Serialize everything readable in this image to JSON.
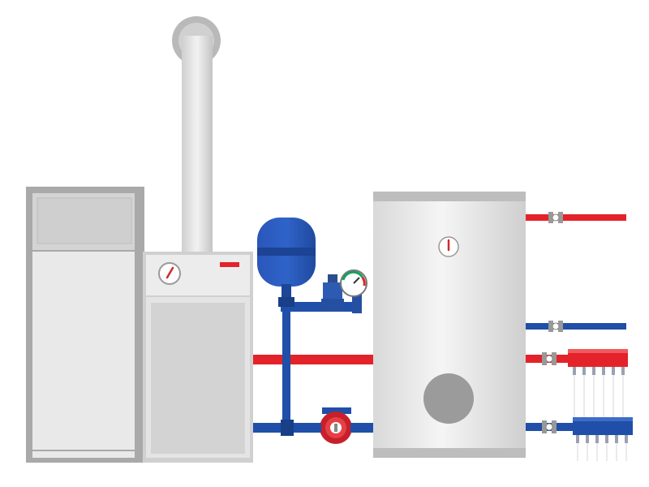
{
  "diagram": {
    "components": [
      "boiler-cabinet",
      "boiler",
      "chimney-flue",
      "expansion-tank",
      "safety-group",
      "pressure-gauge",
      "circulation-pump",
      "hot-water-storage-tank",
      "supply-manifold",
      "return-manifold"
    ],
    "icons": [
      "thermometer-icon",
      "pressure-gauge-icon",
      "pump-icon",
      "ball-valve-icon"
    ]
  },
  "colors": {
    "hot_pipe": "#e42229",
    "cold_pipe": "#1f4fa8",
    "tank_blue": "#2350b0",
    "metal_light": "#e6e6e6",
    "metal_mid": "#c8c8c8",
    "metal_dark": "#9b9b9b",
    "pump_red": "#c8202a",
    "gauge_green": "#18a05a"
  }
}
